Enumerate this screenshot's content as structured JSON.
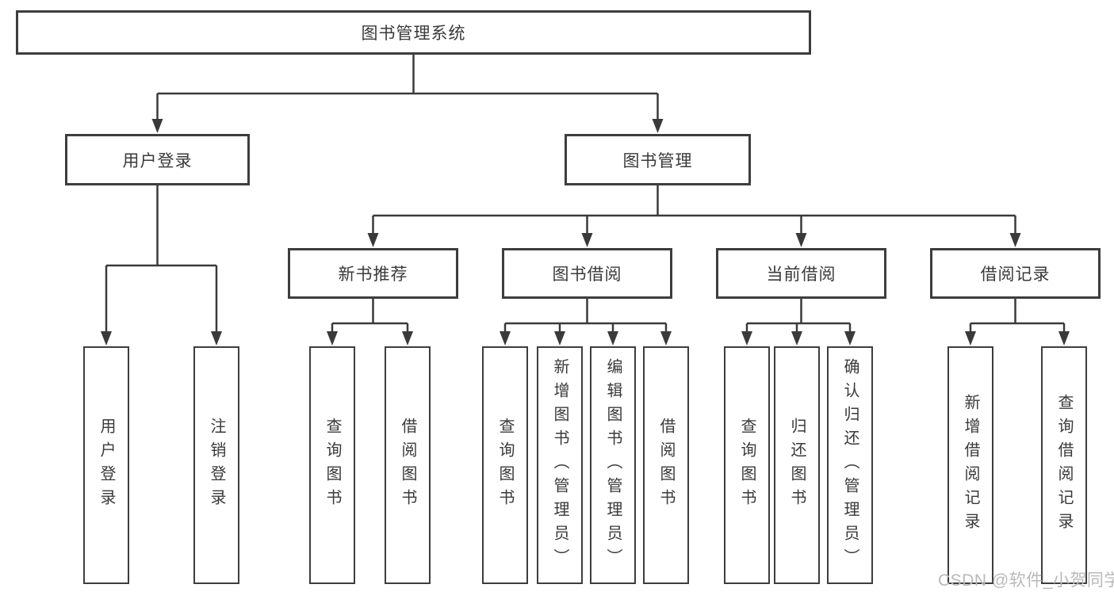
{
  "diagram": {
    "title": "图书管理系统",
    "type": "hierarchy-tree",
    "colors": {
      "line": "#3a3a3a",
      "box_border": "#3d3d3d",
      "text": "#3a3a3a",
      "watermark_text": "#b9b9b9",
      "background": "#ffffff"
    },
    "nodes": {
      "root": "图书管理系统",
      "level2": [
        "用户登录",
        "图书管理"
      ],
      "level3": [
        "新书推荐",
        "图书借阅",
        "当前借阅",
        "借阅记录"
      ],
      "leaves_user": [
        "用户登录",
        "注销登录"
      ],
      "leaves_recommend": [
        "查询图书",
        "借阅图书"
      ],
      "leaves_borrow": [
        "查询图书",
        "新增图书（管理员）",
        "编辑图书（管理员）",
        "借阅图书"
      ],
      "leaves_current": [
        "查询图书",
        "归还图书",
        "确认归还（管理员）"
      ],
      "leaves_records": [
        "新增借阅记录",
        "查询借阅记录"
      ]
    },
    "edges": [
      {
        "from": "图书管理系统",
        "to": "用户登录"
      },
      {
        "from": "图书管理系统",
        "to": "图书管理"
      },
      {
        "from": "用户登录",
        "to": "用户登录(叶)"
      },
      {
        "from": "用户登录",
        "to": "注销登录"
      },
      {
        "from": "图书管理",
        "to": "新书推荐"
      },
      {
        "from": "图书管理",
        "to": "图书借阅"
      },
      {
        "from": "图书管理",
        "to": "当前借阅"
      },
      {
        "from": "图书管理",
        "to": "借阅记录"
      },
      {
        "from": "新书推荐",
        "to": "查询图书"
      },
      {
        "from": "新书推荐",
        "to": "借阅图书"
      },
      {
        "from": "图书借阅",
        "to": "查询图书"
      },
      {
        "from": "图书借阅",
        "to": "新增图书（管理员）"
      },
      {
        "from": "图书借阅",
        "to": "编辑图书（管理员）"
      },
      {
        "from": "图书借阅",
        "to": "借阅图书"
      },
      {
        "from": "当前借阅",
        "to": "查询图书"
      },
      {
        "from": "当前借阅",
        "to": "归还图书"
      },
      {
        "from": "当前借阅",
        "to": "确认归还（管理员）"
      },
      {
        "from": "借阅记录",
        "to": "新增借阅记录"
      },
      {
        "from": "借阅记录",
        "to": "查询借阅记录"
      }
    ],
    "watermark": "CSDN @软件_小贺同学"
  }
}
